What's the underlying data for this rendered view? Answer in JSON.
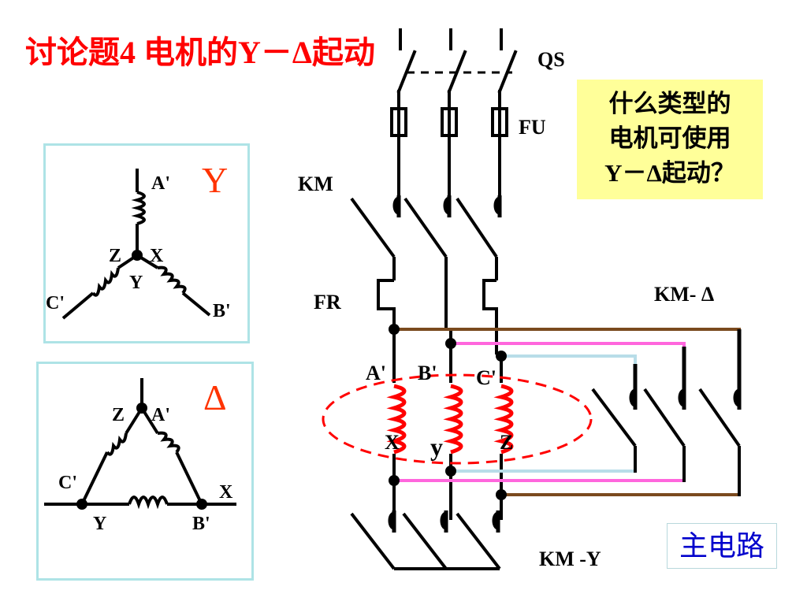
{
  "title": "讨论题4 电机的Y－Δ起动",
  "question": {
    "line1": "什么类型的",
    "line2": "电机可使用",
    "line3": "Y－Δ起动？"
  },
  "main_label": "主电路",
  "circuit": {
    "qs": "QS",
    "fu": "FU",
    "km": "KM",
    "fr": "FR",
    "km_delta": "KM- Δ",
    "km_y": "KM -Y",
    "winding_top": [
      "A'",
      "B'",
      "C'"
    ],
    "winding_bottom": [
      "X",
      "y",
      "Z"
    ]
  },
  "star": {
    "symbol": "Y",
    "labels": {
      "a": "A'",
      "b": "B'",
      "c": "C'",
      "x": "X",
      "y": "Y",
      "z": "Z"
    }
  },
  "delta": {
    "symbol": "Δ",
    "labels": {
      "a": "A'",
      "b": "B'",
      "c": "C'",
      "x": "X",
      "y": "Y",
      "z": "Z"
    }
  },
  "colors": {
    "title": "#ff0000",
    "brown": "#7a4a1e",
    "pink": "#ff66dd",
    "lightblue": "#b8dde8",
    "panel_border": "#aee3e6",
    "note_bg": "#ffff99",
    "symbol": "#ff3300",
    "coil": "#ff0000"
  }
}
